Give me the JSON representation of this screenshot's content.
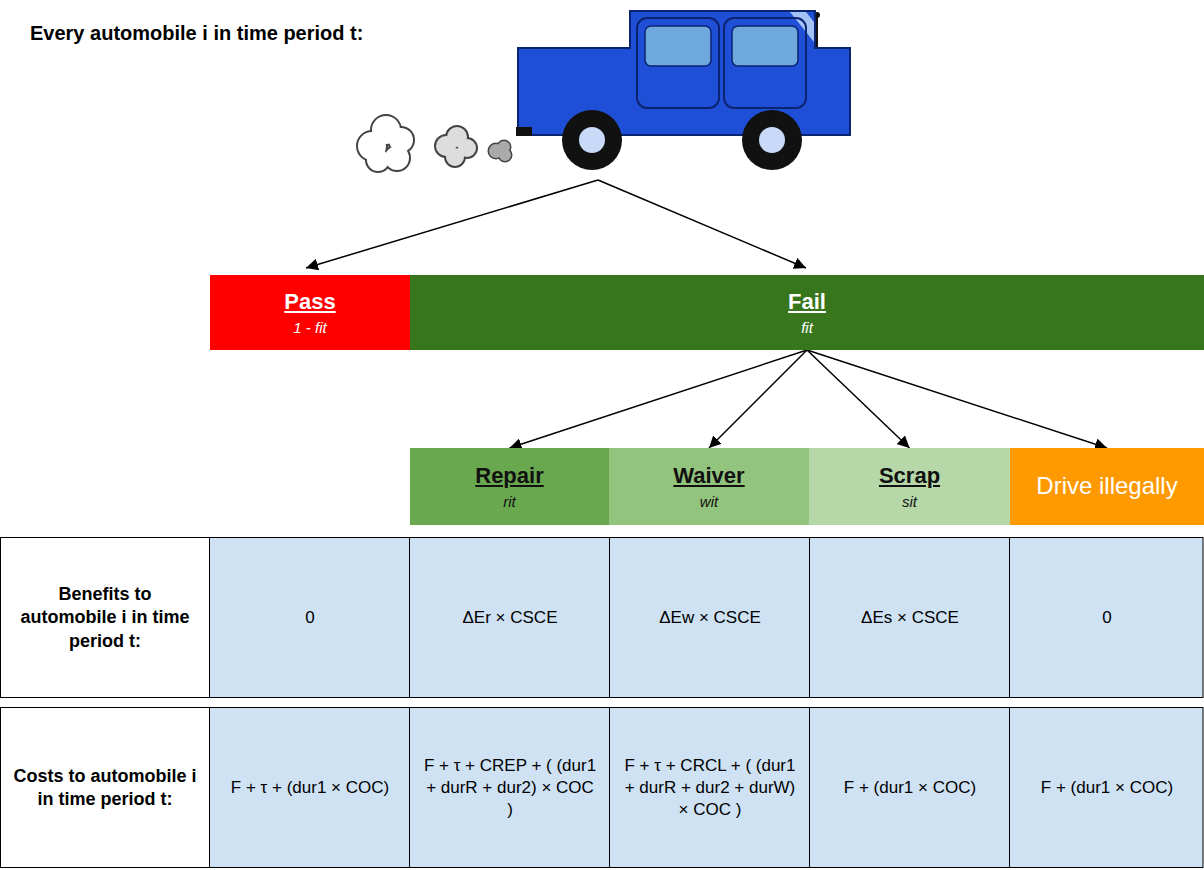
{
  "diagram": {
    "title": "Every automobile i in time period t:",
    "nodes": [
      {
        "text": [
          "Pass",
          "1 - fit"
        ]
      },
      {
        "text": [
          "Fail",
          "fit"
        ]
      },
      {
        "text": [
          "Repair",
          "rit"
        ]
      },
      {
        "text": [
          "Waiver",
          "wit"
        ]
      },
      {
        "text": [
          "Scrap",
          "sit"
        ]
      },
      {
        "text": [
          "Drive illegally"
        ]
      }
    ],
    "edges": [
      {
        "from": 1,
        "to": 2,
        "arrow": "to"
      },
      {
        "from": 1,
        "to": 3,
        "arrow": "to"
      },
      {
        "from": 1,
        "to": 4,
        "arrow": "to"
      },
      {
        "from": 1,
        "to": 5,
        "arrow": "to"
      }
    ],
    "labels": [
      "Benefits to automobile i in time period t:",
      "0",
      "ΔEr × CSCE",
      "ΔEw × CSCE",
      "ΔEs × CSCE",
      "0",
      "Costs to automobile i in time period t:",
      "F + τ + (dur1 × COC)",
      "F + τ + CREP + ( (dur1 + durR + dur2) × COC )",
      "F + τ + CRCL + ( (dur1 + durR + dur2 + durW) × COC )",
      "F + (dur1 × COC)",
      "F + (dur1 × COC)"
    ]
  }
}
